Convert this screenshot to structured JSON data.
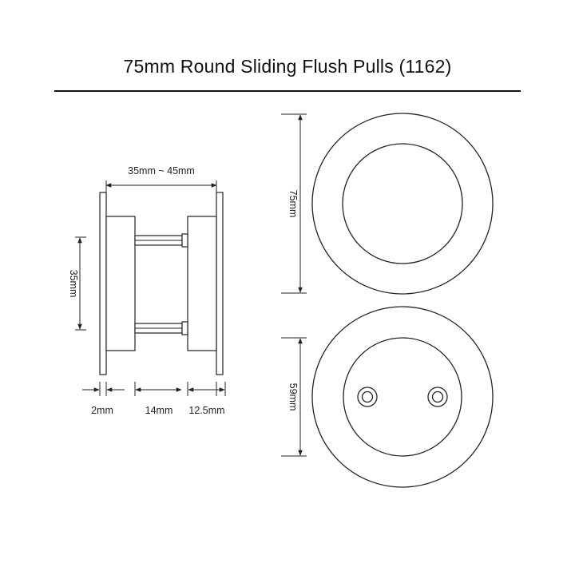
{
  "title": "75mm Round Sliding Flush Pulls (1162)",
  "side_view": {
    "door_thickness_label": "35mm ~ 45mm",
    "height_label": "35mm",
    "plate_thickness_label": "2mm",
    "gap_label": "14mm",
    "body_depth_label": "12.5mm"
  },
  "front_view": {
    "outer_diameter_label": "75mm"
  },
  "back_view": {
    "inner_diameter_label": "59mm"
  },
  "colors": {
    "line": "#222222",
    "background": "#ffffff"
  }
}
